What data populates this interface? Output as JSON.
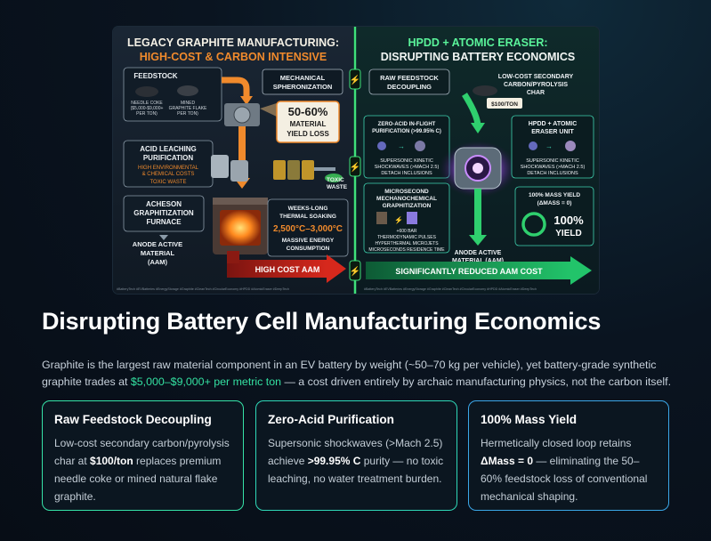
{
  "hero": {
    "left_title_1": "LEGACY GRAPHITE MANUFACTURING:",
    "left_title_2": "HIGH-COST & CARBON INTENSIVE",
    "right_title_1": "HPDD + ATOMIC ERASER:",
    "right_title_2": "DISRUPTING BATTERY ECONOMICS",
    "feedstock": "FEEDSTOCK",
    "needle_coke_1": "NEEDLE COKE",
    "needle_coke_2": "($5,000-$9,000+",
    "needle_coke_3": "PER TON)",
    "mined_1": "MINED",
    "mined_2": "GRAPHITE FLAKE",
    "mined_3": "PER TON)",
    "mech_1": "MECHANICAL",
    "mech_2": "SPHERONIZATION",
    "yield_1": "50-60%",
    "yield_2": "MATERIAL",
    "yield_3": "YIELD LOSS",
    "acid_1": "ACID LEACHING",
    "acid_2": "PURIFICATION",
    "acid_3": "HIGH ENVIRONMENTAL",
    "acid_4": "& CHEMICAL COSTS",
    "acid_5": "TOXIC WASTE",
    "toxic_1": "TOXIC",
    "toxic_2": "WASTE",
    "acheson_1": "ACHESON",
    "acheson_2": "GRAPHITIZATION",
    "acheson_3": "FURNACE",
    "thermal_1": "WEEKS-LONG",
    "thermal_2": "THERMAL SOAKING",
    "thermal_3": "2,500°C–3,000°C",
    "thermal_4": "MASSIVE ENERGY",
    "thermal_5": "CONSUMPTION",
    "aam_left_1": "ANODE ACTIVE",
    "aam_left_2": "MATERIAL",
    "aam_left_3": "(AAM)",
    "high_cost": "HIGH COST AAM",
    "raw_1": "RAW FEEDSTOCK",
    "raw_2": "DECOUPLING",
    "lowcost_1": "LOW-COST SECONDARY",
    "lowcost_2": "CARBON/PYROLYSIS",
    "lowcost_3": "CHAR",
    "price_tag": "$100/TON",
    "zero_1": "ZERO-ACID IN-FLIGHT",
    "zero_2": "PURIFICATION (>99.95% C)",
    "zero_3": "SUPERSONIC KINETIC",
    "zero_4": "SHOCKWAVES (>MACH 2.5)",
    "zero_5": "DETACH INCLUSIONS",
    "unit_1": "HPDD + ATOMIC",
    "unit_2": "ERASER UNIT",
    "unit_3": "SUPERSONIC KINETIC",
    "unit_4": "SHOCKWAVES (>MACH 2.5)",
    "unit_5": "DETACH INCLUSIONS",
    "micro_1": "MICROSECOND",
    "micro_2": "MECHANOCHEMICAL",
    "micro_3": "GRAPHITIZATION",
    "micro_4": "+600 BAR",
    "micro_5": "THERMODYNAMIC PULSES",
    "micro_6": "HYPERTHERMAL MICROJETS",
    "micro_7": "MICROSECONDS RESIDENCE TIME",
    "mass_1": "100% MASS YIELD",
    "mass_2": "(ΔMASS = 0)",
    "mass_3": "100%",
    "mass_4": "YIELD",
    "aam_right_1": "ANODE ACTIVE",
    "aam_right_2": "MATERIAL (AAM)",
    "reduced": "SIGNIFICANTLY REDUCED AAM COST",
    "hashtags_left": "#BatteryTech #EVBatteries #EnergyStorage #Graphite #CleanTech #CircularEconomy #HPDD #AtomicEraser #DeepTech",
    "hashtags_right": "#BatteryTech #EVBatteries #EnergyStorage #Graphite #CleanTech #CircularEconomy #HPDD #AtomicEraser #DeepTech"
  },
  "title": "Disrupting Battery Cell Manufacturing Economics",
  "intro": {
    "before": "Graphite is the largest raw material component in an EV battery by weight (~50–70 kg per vehicle), yet battery-grade synthetic graphite trades at ",
    "highlight": "$5,000–$9,000+ per metric ton",
    "after": " — a cost driven entirely by archaic manufacturing physics, not the carbon itself."
  },
  "cards": [
    {
      "title": "Raw Feedstock Decoupling",
      "text_a": "Low-cost secondary carbon/pyrolysis char at ",
      "bold": "$100/ton",
      "text_b": " replaces premium needle coke or mined natural flake graphite."
    },
    {
      "title": "Zero-Acid Purification",
      "text_a": "Supersonic shockwaves (>Mach 2.5) achieve ",
      "bold": ">99.95% C",
      "text_b": " purity — no toxic leaching, no water treatment burden."
    },
    {
      "title": "100% Mass Yield",
      "text_a": "Hermetically closed loop retains ",
      "bold": "ΔMass = 0",
      "text_b": " — eliminating the 50–60% feedstock loss of conventional mechanical shaping."
    }
  ],
  "colors": {
    "accent_green": "#34e0a1",
    "legacy_orange": "#f08a2c",
    "card1_border": "#36e3a8",
    "card2_border": "#2fd8b8",
    "card3_border": "#3ba7e8"
  }
}
